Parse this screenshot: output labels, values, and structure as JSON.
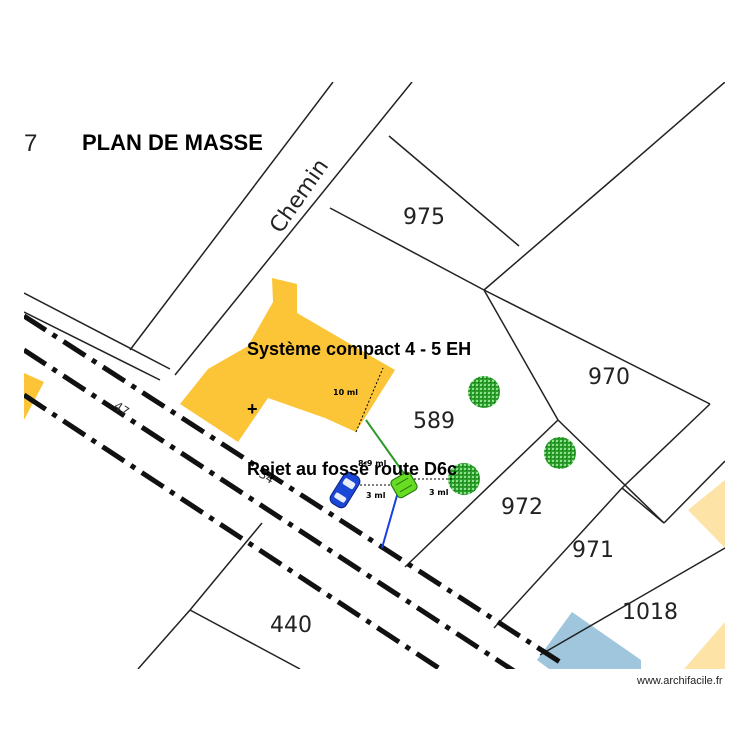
{
  "title": "PLAN DE MASSE",
  "partial_parcel_label": "7",
  "road_label": "Chemin",
  "annotation": {
    "line1": "Système compact 4 - 5 EH",
    "line2": "+",
    "line3": "Rejet au fossé route D6c"
  },
  "parcels": {
    "p975": "975",
    "p970": "970",
    "p589": "589",
    "p972": "972",
    "p971": "971",
    "p1018": "1018",
    "p440": "440"
  },
  "road_numbers": {
    "n47": "47",
    "n34": "34"
  },
  "measurements": {
    "house_distance": "10 ml",
    "car_distance": "8-9 ml",
    "left_distance": "3 ml",
    "right_distance": "3 ml"
  },
  "watermark": "www.archifacile.fr",
  "colors": {
    "building": "#fbc537",
    "building_light": "#fde4a6",
    "water": "#9fc6dc",
    "tree": "#2aa02a",
    "system": "#66dd22",
    "car": "#1b47d6",
    "drain_line": "#1a3fe0",
    "green_line": "#2a9a2a"
  }
}
